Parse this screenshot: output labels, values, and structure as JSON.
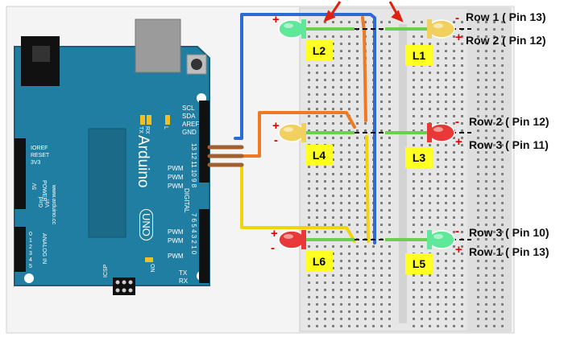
{
  "arduino": {
    "brand": "Arduino",
    "model": "UNO",
    "website": "www.arduino.cc",
    "header_top": [
      "SCL",
      "SDA",
      "AREF",
      "GND"
    ],
    "digital_label": "DIGITAL",
    "pwm_label": "PWM",
    "tx_led": "TX",
    "rx_led": "RX",
    "l_led": "L",
    "on_label": "ON",
    "icsp_label": "ICSP",
    "power_label": "POWER",
    "analog_label": "ANALOG IN",
    "power_pins": [
      "IOREF",
      "RESET",
      "3V3",
      "5V",
      "Gnd",
      "Vin"
    ],
    "analog_pins": [
      "0",
      "1",
      "2",
      "3",
      "4",
      "5"
    ],
    "tx_pin": "TX",
    "rx_pin": "RX",
    "num_13_8": "13 12 11 10 9 8",
    "num_7_0": "7 6 5 4 3 2 1 0"
  },
  "leds": [
    {
      "id": "L1",
      "color": "#f2d060"
    },
    {
      "id": "L2",
      "color": "#5fe79a"
    },
    {
      "id": "L3",
      "color": "#e83838"
    },
    {
      "id": "L4",
      "color": "#f2d060"
    },
    {
      "id": "L5",
      "color": "#5fe79a"
    },
    {
      "id": "L6",
      "color": "#e83838"
    }
  ],
  "row_labels": [
    "Row 1 ( Pin 13)",
    "Row 2 ( Pin 12)",
    "Row 2 ( Pin 12)",
    "Row 3 ( Pin 11)",
    "Row 3 ( Pin 10)",
    "Row 1 ( Pin 13)"
  ],
  "plus": "+",
  "minus": "-",
  "colors": {
    "board": "#1f7ea1",
    "breadboard": "#e6e6e6",
    "wire_blue": "#2a6cd4",
    "wire_orange": "#ef7a22",
    "wire_yellow": "#f2d40e",
    "tag_yellow": "#ffff22",
    "arrow_red": "#e02010"
  }
}
